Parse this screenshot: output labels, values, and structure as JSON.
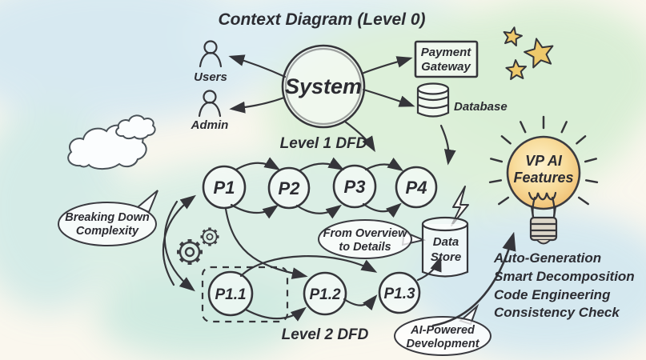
{
  "title": "Context Diagram (Level 0)",
  "context": {
    "system_label": "System",
    "users_label": "Users",
    "admin_label": "Admin",
    "payment_gateway": {
      "line1": "Payment",
      "line2": "Gateway"
    },
    "database_label": "Database"
  },
  "level1": {
    "heading": "Level 1 DFD",
    "processes": [
      "P1",
      "P2",
      "P3",
      "P4"
    ]
  },
  "level2": {
    "heading": "Level 2 DFD",
    "processes": [
      "P1.1",
      "P1.2",
      "P1.3"
    ]
  },
  "data_store": {
    "line1": "Data",
    "line2": "Store"
  },
  "speech_bubbles": {
    "breaking_down": {
      "line1": "Breaking Down",
      "line2": "Complexity"
    },
    "overview": {
      "line1": "From Overview",
      "line2": "to Details"
    },
    "ai_powered": {
      "line1": "AI-Powered",
      "line2": "Development"
    }
  },
  "bulb": {
    "line1": "VP AI",
    "line2": "Features"
  },
  "features": [
    "Auto-Generation",
    "Smart Decomposition",
    "Code Engineering",
    "Consistency Check"
  ],
  "colors": {
    "ink": "#35353a",
    "star_gold": "#eec96b",
    "bulb_glow": "#f6d795",
    "wash_blue": "#d2e7f2",
    "wash_green": "#daeeda",
    "paper": "#faf7ee"
  }
}
